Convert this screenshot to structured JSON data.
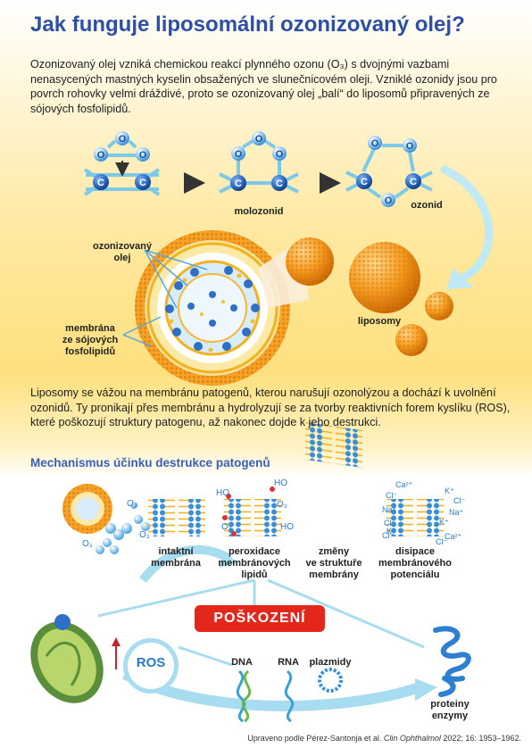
{
  "title": "Jak funguje liposomální ozonizovaný olej?",
  "intro": "Ozonizovaný olej vzniká chemickou reakcí plynného ozonu (O₃) s dvojnými vazbami nenasycených mastných kyselin obsažených ve slunečnicovém oleji. Vzniklé ozonidy jsou pro povrch rohovky velmi dráždivé, proto se ozonizovaný olej „balí“ do liposomů připravených ze sójových fosfolipidů.",
  "reaction": {
    "oxygen_symbol": "O",
    "carbon_symbol": "C",
    "molozonid_label": "molozonid",
    "ozonid_label": "ozonid"
  },
  "liposome": {
    "oil_label_line1": "ozonizovaný",
    "oil_label_line2": "olej",
    "membrane_line1": "membrána",
    "membrane_line2": "ze sójových",
    "membrane_line3": "fosfolipidů",
    "liposomes_label": "liposomy"
  },
  "para2": "Liposomy se vážou na membránu patogenů, kterou narušují ozonolýzou a dochází k uvolnění ozonidů. Ty pronikají přes membránu a hydrolyzují se za tvorby reaktivních forem kyslíku (ROS), které poškozují struktury patogenu, až nakonec dojde k jeho destrukci.",
  "mechanism": {
    "title": "Mechanismus účinku destrukce patogenů",
    "o3": "O₃",
    "ho": "HO",
    "ions": [
      "Ca²⁺",
      "Cl⁻",
      "K⁺",
      "Cl⁻",
      "Na⁺",
      "Na⁺",
      "Cl⁻",
      "K⁺",
      "Cl⁻",
      "K⁺",
      "Cl⁻",
      "Ca²⁺"
    ],
    "intact_line1": "intaktní",
    "intact_line2": "membrána",
    "perox_line1": "peroxidace",
    "perox_line2": "membránových",
    "perox_line3": "lipidů",
    "change_line1": "změny",
    "change_line2": "ve struktuře",
    "change_line3": "membrány",
    "dissip_line1": "disipace",
    "dissip_line2": "membránového",
    "dissip_line3": "potenciálu",
    "damage": "POŠKOZENÍ",
    "ros": "ROS",
    "dna": "DNA",
    "rna": "RNA",
    "plasmids": "plazmidy",
    "proteins_line1": "proteiny",
    "proteins_line2": "enzymy"
  },
  "citation_prefix": "Upraveno podle Pérez-Santonja et al. ",
  "citation_journal": "Clin Ophthalmol",
  "citation_suffix": " 2022; 16: 1953–1962.",
  "colors": {
    "title_blue": "#2e4fa6",
    "damage_red": "#e4271b",
    "arrow_blue": "#a8dcf0",
    "carbon_blue": "#2e6fc8",
    "oxygen_blue": "#3a8ed8"
  }
}
